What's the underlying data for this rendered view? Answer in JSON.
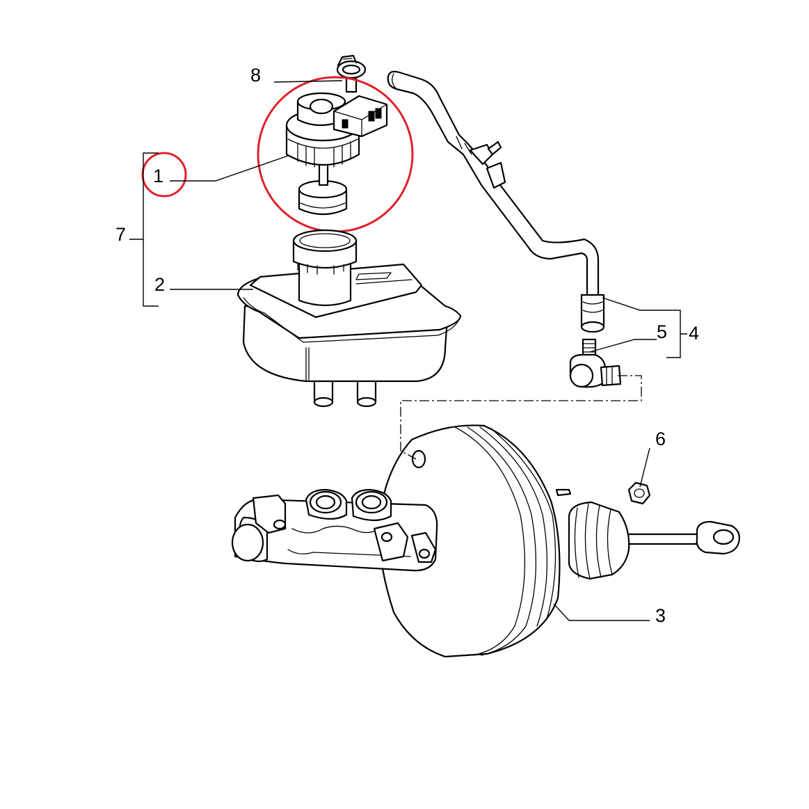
{
  "labels": {
    "p1": "1",
    "p2": "2",
    "p3": "3",
    "p4": "4",
    "p5": "5",
    "p6": "6",
    "p7": "7",
    "p8": "8"
  },
  "colors": {
    "line": "#000000",
    "background": "#ffffff",
    "highlight": "#e0202a"
  },
  "highlighted_part": "1"
}
